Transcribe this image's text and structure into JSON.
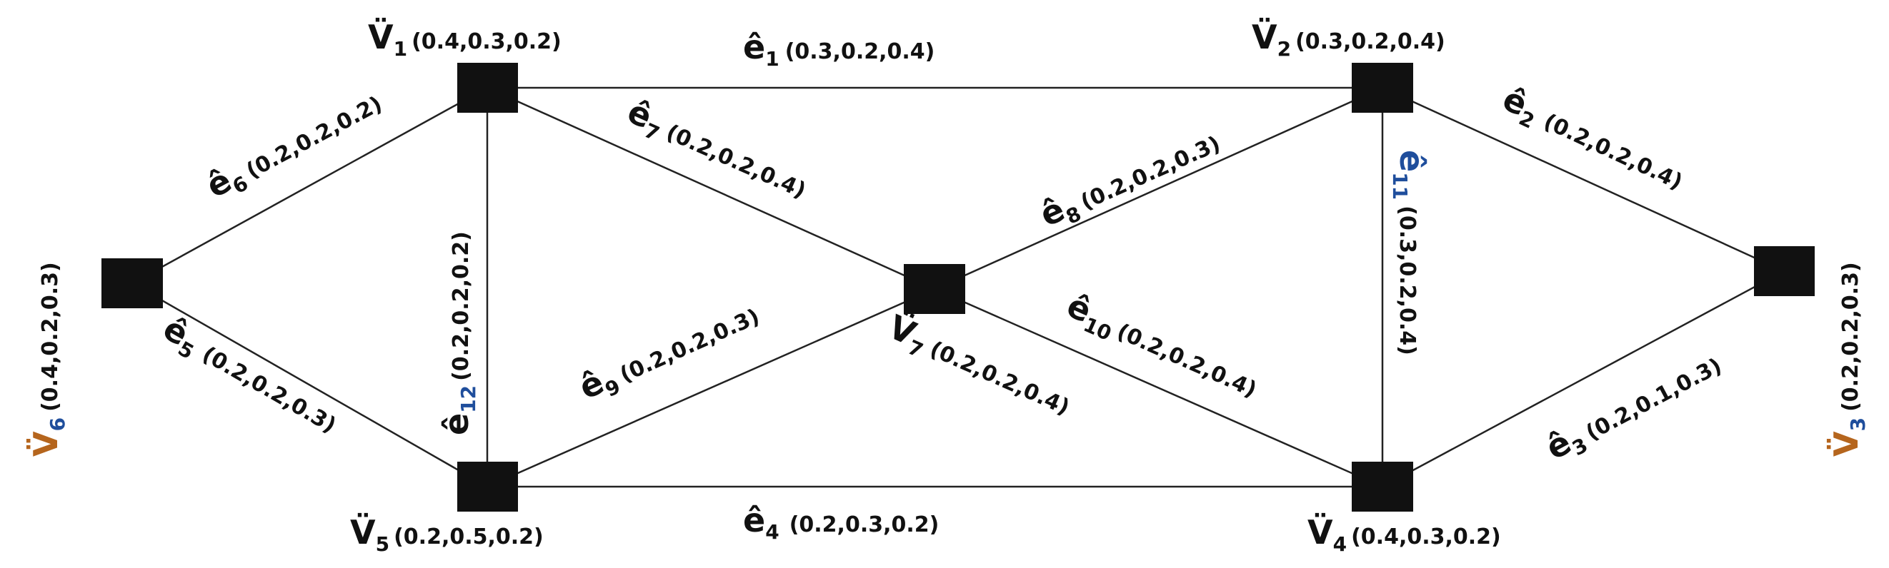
{
  "vertices": [
    {
      "id": "v1",
      "symbol": "V̈",
      "subscript": "1",
      "values": "(0.4,0.3,0.2)"
    },
    {
      "id": "v2",
      "symbol": "V̈",
      "subscript": "2",
      "values": "(0.3,0.2,0.4)"
    },
    {
      "id": "v3",
      "symbol": "V̈",
      "subscript": "3",
      "values": "(0.2,0.2,0.3)"
    },
    {
      "id": "v4",
      "symbol": "V̈",
      "subscript": "4",
      "values": "(0.4,0.3,0.2)"
    },
    {
      "id": "v5",
      "symbol": "V̈",
      "subscript": "5",
      "values": "(0.2,0.5,0.2)"
    },
    {
      "id": "v6",
      "symbol": "V̈",
      "subscript": "6",
      "values": "(0.4,0.2,0.3)"
    },
    {
      "id": "v7",
      "symbol": "V̈",
      "subscript": "7",
      "values": "(0.2,0.2,0.4)"
    }
  ],
  "edges": [
    {
      "id": "e1",
      "from": "v1",
      "to": "v2",
      "symbol": "ê",
      "subscript": "1",
      "values": "(0.3,0.2,0.4)"
    },
    {
      "id": "e2",
      "from": "v2",
      "to": "v3",
      "symbol": "ê",
      "subscript": "2",
      "values": "(0.2,0.2,0.4)"
    },
    {
      "id": "e3",
      "from": "v4",
      "to": "v3",
      "symbol": "ê",
      "subscript": "3",
      "values": "(0.2,0.1,0.3)"
    },
    {
      "id": "e4",
      "from": "v5",
      "to": "v4",
      "symbol": "ê",
      "subscript": "4",
      "values": "(0.2,0.3,0.2)"
    },
    {
      "id": "e5",
      "from": "v6",
      "to": "v5",
      "symbol": "ê",
      "subscript": "5",
      "values": "(0.2,0.2,0.3)"
    },
    {
      "id": "e6",
      "from": "v6",
      "to": "v1",
      "symbol": "ê",
      "subscript": "6",
      "values": "(0.2,0.2,0.2)"
    },
    {
      "id": "e7",
      "from": "v1",
      "to": "v7",
      "symbol": "ê",
      "subscript": "7",
      "values": "(0.2,0.2,0.4)"
    },
    {
      "id": "e8",
      "from": "v7",
      "to": "v2",
      "symbol": "ê",
      "subscript": "8",
      "values": "(0.2,0.2,0.3)"
    },
    {
      "id": "e9",
      "from": "v5",
      "to": "v7",
      "symbol": "ê",
      "subscript": "9",
      "values": "(0.2,0.2,0.3)"
    },
    {
      "id": "e10",
      "from": "v7",
      "to": "v4",
      "symbol": "ê",
      "subscript": "10",
      "values": "(0.2,0.2,0.4)"
    },
    {
      "id": "e11",
      "from": "v2",
      "to": "v4",
      "symbol": "ê",
      "subscript": "11",
      "values": "(0.3,0.2,0.4)"
    },
    {
      "id": "e12",
      "from": "v1",
      "to": "v5",
      "symbol": "ê",
      "subscript": "12",
      "values": "(0.2,0.2,0.2)"
    }
  ],
  "colors": {
    "node": "#111111",
    "edge": "#222222",
    "vertex_symbol_accent": "#b5651d",
    "subscript_accent": "#1f4e9c",
    "text": "#111111"
  }
}
